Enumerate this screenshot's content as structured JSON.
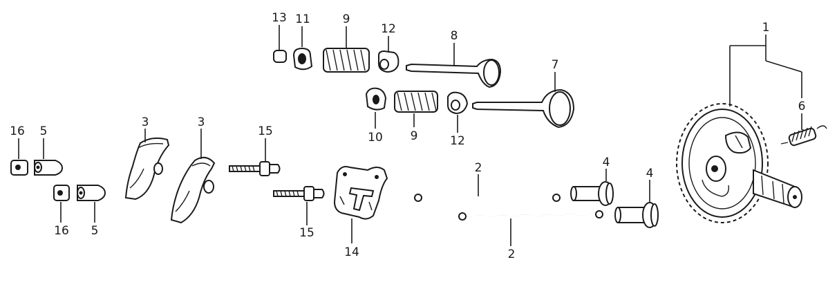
{
  "diagram": {
    "labels": [
      {
        "id": "callout-13",
        "text": "13"
      },
      {
        "id": "callout-11",
        "text": "11"
      },
      {
        "id": "callout-9-top",
        "text": "9"
      },
      {
        "id": "callout-12-top",
        "text": "12"
      },
      {
        "id": "callout-8",
        "text": "8"
      },
      {
        "id": "callout-7",
        "text": "7"
      },
      {
        "id": "callout-10",
        "text": "10"
      },
      {
        "id": "callout-9-bottom",
        "text": "9"
      },
      {
        "id": "callout-12-bottom",
        "text": "12"
      },
      {
        "id": "callout-1",
        "text": "1"
      },
      {
        "id": "callout-6",
        "text": "6"
      },
      {
        "id": "callout-16-top",
        "text": "16"
      },
      {
        "id": "callout-5-top",
        "text": "5"
      },
      {
        "id": "callout-3-left",
        "text": "3"
      },
      {
        "id": "callout-3-right",
        "text": "3"
      },
      {
        "id": "callout-15-top",
        "text": "15"
      },
      {
        "id": "callout-2-top",
        "text": "2"
      },
      {
        "id": "callout-4-left",
        "text": "4"
      },
      {
        "id": "callout-4-right",
        "text": "4"
      },
      {
        "id": "callout-16-bottom",
        "text": "16"
      },
      {
        "id": "callout-5-bottom",
        "text": "5"
      },
      {
        "id": "callout-15-bottom",
        "text": "15"
      },
      {
        "id": "callout-14",
        "text": "14"
      },
      {
        "id": "callout-2-bottom",
        "text": "2"
      }
    ]
  }
}
